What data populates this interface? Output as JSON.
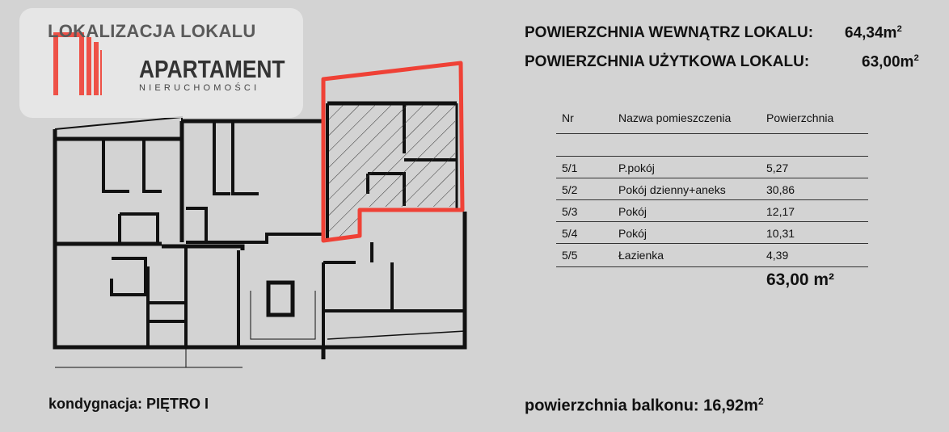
{
  "header": {
    "location_title": "LOKALIZACJA LOKALU",
    "brand_name": "APARTAMENT",
    "brand_sub": "NIERUCHOMOŚCI",
    "inner_area_label": "POWIERZCHNIA WEWNĄTRZ LOKALU:",
    "inner_area_value": "64,34m",
    "usable_area_label": "POWIERZCHNIA UŻYTKOWA LOKALU:",
    "usable_area_value": "63,00m",
    "sq": "2"
  },
  "table": {
    "headers": [
      "Nr",
      "Nazwa pomieszczenia",
      "Powierzchnia"
    ],
    "rows": [
      {
        "nr": "5/1",
        "name": "P.pokój",
        "area": "5,27"
      },
      {
        "nr": "5/2",
        "name": "Pokój dzienny+aneks",
        "area": "30,86"
      },
      {
        "nr": "5/3",
        "name": "Pokój",
        "area": "12,17"
      },
      {
        "nr": "5/4",
        "name": "Pokój",
        "area": "10,31"
      },
      {
        "nr": "5/5",
        "name": "Łazienka",
        "area": "4,39"
      }
    ],
    "total": "63,00 m²"
  },
  "footer": {
    "floor_label": "kondygnacja:  PIĘTRO I",
    "balcony_label": "powierzchnia balkonu:  16,92m",
    "sq": "2"
  },
  "colors": {
    "highlight": "#ef4136",
    "background": "#d3d3d3"
  }
}
